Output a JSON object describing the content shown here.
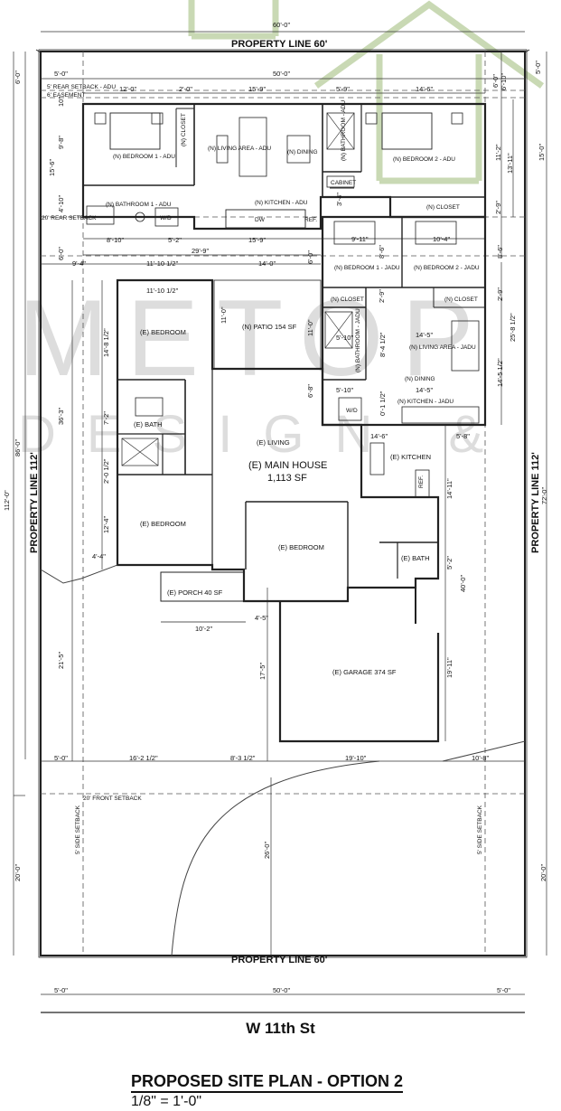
{
  "labels": {
    "pl_top": "PROPERTY LINE 60'",
    "pl_bottom": "PROPERTY LINE 60'",
    "pl_left": "PROPERTY LINE 112'",
    "pl_right": "PROPERTY LINE 112'",
    "rear_setback_adu": "5' REAR SETBACK - ADU",
    "easement": "6' EASEMENT",
    "rear_setback_20": "20' REAR SETBACK",
    "front_setback": "20' FRONT SETBACK",
    "side_setback_l": "5' SIDE SETBACK",
    "side_setback_r": "5' SIDE SETBACK",
    "bedroom1_adu": "(N) BEDROOM 1 - ADU",
    "closet_adu": "(N) CLOSET",
    "living_adu": "(N) LIVING AREA - ADU",
    "dining_adu": "(N) DINING",
    "bathroom_adu_tr": "(N) BATHROOM - ADU",
    "bedroom2_adu": "(N) BEDROOM 2 - ADU",
    "cabinet": "CABINET",
    "bathroom1_adu": "(N) BATHROOM 1 - ADU",
    "wd1": "W/D",
    "kitchen_adu": "(N) KITCHEN - ADU",
    "dw": "DW",
    "ref1": "REF.",
    "closet_n2": "(N) CLOSET",
    "bedroom1_jadu": "(N) BEDROOM 1 - JADU",
    "bedroom2_jadu": "(N) BEDROOM 2 - JADU",
    "closet_j1": "(N) CLOSET",
    "closet_j2": "(N) CLOSET",
    "bathroom_jadu": "(N) BATHROOM - JADU",
    "living_jadu": "(N) LIVING AREA - JADU",
    "dining_jadu": "(N) DINING",
    "wd2": "W/D",
    "kitchen_jadu": "(N) KITCHEN - JADU",
    "patio": "(N) PATIO 154 SF",
    "e_bedroom1": "(E) BEDROOM",
    "e_bath1": "(E) BATH",
    "e_living": "(E) LIVING",
    "main_house": "(E) MAIN HOUSE",
    "main_house_sf": "1,113 SF",
    "e_kitchen": "(E) KITCHEN",
    "ref2": "REF.",
    "e_bedroom2": "(E) BEDROOM",
    "e_bedroom3": "(E) BEDROOM",
    "e_bath2": "(E) BATH",
    "porch": "(E) PORCH 40 SF",
    "garage": "(E) GARAGE 374 SF"
  },
  "dims": {
    "d60_top": "60'-0\"",
    "d50_top": "50'-0\"",
    "d5_tl": "5'-0\"",
    "d5_tr": "5'-0\"",
    "d6_tl": "6'-0\"",
    "d6_10_tr": "6'-10\"",
    "d6_tr": "6'-0\"",
    "d12_0": "12'-0\"",
    "d2_0": "2'-0\"",
    "d15_9": "15'-9\"",
    "d5_9": "5'-9\"",
    "d14_6": "14'-6\"",
    "d10_l": "10\"",
    "d9_8": "9'-8\"",
    "d15_6": "15'-6\"",
    "d11_2": "11'-2\"",
    "d13_11": "13'-11\"",
    "d15_0": "15'-0\"",
    "d3_4": "3'-4\"",
    "d4_10": "4'-10\"",
    "d2_9a": "2'-9\"",
    "d8_10": "8'-10\"",
    "d5_2": "5'-2\"",
    "d15_9b": "15'-9\"",
    "d29_9": "29'-9\"",
    "d6_0b": "6'-0\"",
    "d9_4": "9'-4\"",
    "d11_10_5": "11'-10 1/2\"",
    "d14_0": "14'-0\"",
    "d6_0c": "6'-0\"",
    "d9_11": "9'-11\"",
    "d10_4": "10'-4\"",
    "d8_6a": "8'-6\"",
    "d8_6b": "8'-6\"",
    "d11_10_5b": "11'-10 1/2\"",
    "d11_0a": "11'-0\"",
    "d11_0b": "11'-0\"",
    "d14_8_5": "14'-8 1/2\"",
    "d2_9b": "2'-9\"",
    "d2_9c": "2'-9\"",
    "d25_8_5": "25'-8 1/2\"",
    "d5_10a": "5'-10\"",
    "d8_4_5": "8'-4 1/2\"",
    "d14_5a": "14'-5\"",
    "d14_5_5": "14'-5 1/2\"",
    "d6_8": "6'-8\"",
    "d5_10b": "5'-10\"",
    "d14_5b": "14'-5\"",
    "d36_3": "36'-3\"",
    "d7_2": "7'-2\"",
    "d0_1_5": "0'-1 1/2\"",
    "d14_6b": "14'-6\"",
    "d5_8": "5'-8\"",
    "d86_0": "86'-0\"",
    "d112_0": "112'-0\"",
    "d2_0_5": "2'-0 1/2\"",
    "d14_11": "14'-11\"",
    "d72_0": "72'-0\"",
    "d12_4": "12'-4\"",
    "d4_4": "4'-4\"",
    "d5_2b": "5'-2\"",
    "d40_0": "40'-0\"",
    "d10_2": "10'-2\"",
    "d4_5": "4'-5\"",
    "d21_5": "21'-5\"",
    "d17_5": "17'-5\"",
    "d19_11": "19'-11\"",
    "d5_0m": "5'-0\"",
    "d16_2_5": "16'-2 1/2\"",
    "d8_3_5": "8'-3 1/2\"",
    "d19_10": "19'-10\"",
    "d10_8": "10'-8\"",
    "d26_0": "26'-0\"",
    "d20_0l": "20'-0\"",
    "d20_0r": "20'-0\"",
    "d5_0bl": "5'-0\"",
    "d50_0b": "50'-0\"",
    "d5_0br": "5'-0\""
  },
  "footer": {
    "street": "W 11th St",
    "title": "PROPOSED SITE PLAN - OPTION 2",
    "scale": "1/8\" = 1'-0\""
  },
  "watermark": {
    "line1": "METOP",
    "line2": "DESIGN & BUILD"
  },
  "colors": {
    "line": "#222222",
    "watermark": "#c8c8c8",
    "logo": "#c9d9b4"
  }
}
